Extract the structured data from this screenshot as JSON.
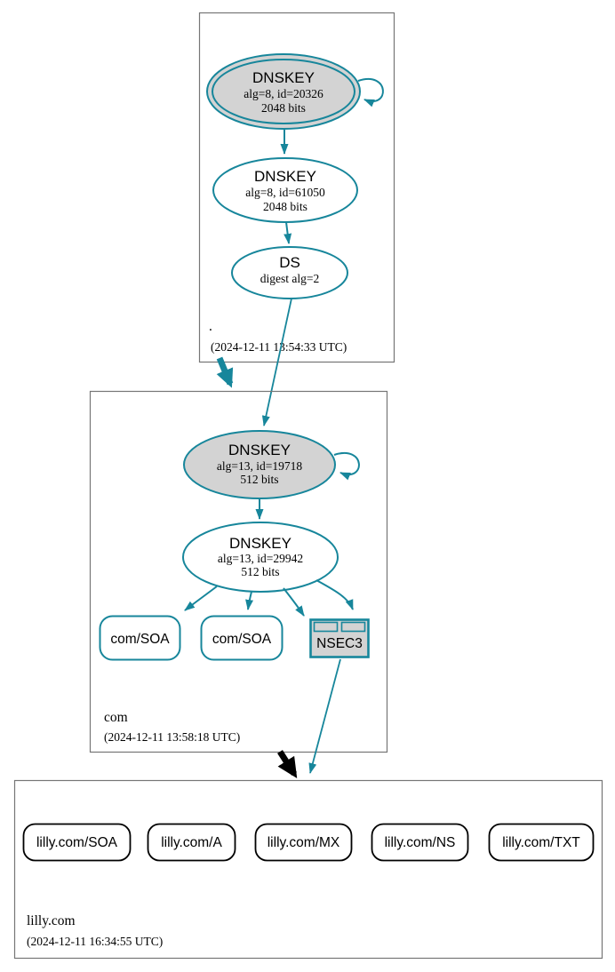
{
  "colors": {
    "teal": "#17869b",
    "gray": "#d3d3d3",
    "black": "#000000",
    "zone_border": "#767676"
  },
  "zones": {
    "root": {
      "label": ".",
      "timestamp": "(2024-12-11 13:54:33 UTC)",
      "ksk": {
        "title": "DNSKEY",
        "detail": "alg=8, id=20326",
        "bits": "2048 bits"
      },
      "zsk": {
        "title": "DNSKEY",
        "detail": "alg=8, id=61050",
        "bits": "2048 bits"
      },
      "ds": {
        "title": "DS",
        "detail": "digest alg=2"
      }
    },
    "com": {
      "label": "com",
      "timestamp": "(2024-12-11 13:58:18 UTC)",
      "ksk": {
        "title": "DNSKEY",
        "detail": "alg=13, id=19718",
        "bits": "512 bits"
      },
      "zsk": {
        "title": "DNSKEY",
        "detail": "alg=13, id=29942",
        "bits": "512 bits"
      },
      "soa1": {
        "label": "com/SOA"
      },
      "soa2": {
        "label": "com/SOA"
      },
      "nsec3": {
        "label": "NSEC3"
      }
    },
    "lilly": {
      "label": "lilly.com",
      "timestamp": "(2024-12-11 16:34:55 UTC)",
      "rrsets": [
        {
          "label": "lilly.com/SOA"
        },
        {
          "label": "lilly.com/A"
        },
        {
          "label": "lilly.com/MX"
        },
        {
          "label": "lilly.com/NS"
        },
        {
          "label": "lilly.com/TXT"
        }
      ]
    }
  }
}
